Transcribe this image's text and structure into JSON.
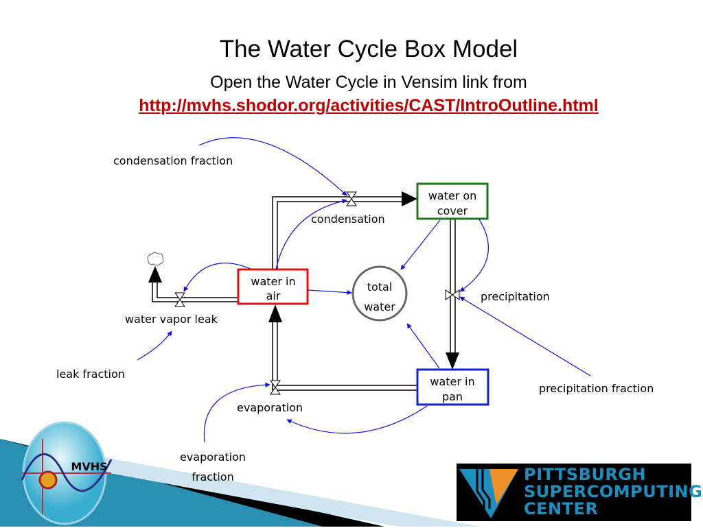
{
  "slide": {
    "title": "The Water Cycle Box Model",
    "subtitle": "Open the Water Cycle in Vensim link from",
    "link": "http://mvhs.shodor.org/activities/CAST/IntroOutline.html"
  },
  "diagram": {
    "stocks": {
      "water_on_cover": {
        "line1": "water on",
        "line2": "cover",
        "color": "#1a7a1a"
      },
      "water_in_air": {
        "line1": "water in",
        "line2": "air",
        "color": "#e01010"
      },
      "water_in_pan": {
        "line1": "water in",
        "line2": "pan",
        "color": "#1020d0"
      }
    },
    "auxiliary": {
      "line1": "total",
      "line2": "water"
    },
    "flows": {
      "condensation": "condensation",
      "water_vapor_leak": "water vapor leak",
      "precipitation": "precipitation",
      "evaporation": "evaporation"
    },
    "parameters": {
      "condensation_fraction": "condensation fraction",
      "leak_fraction": "leak fraction",
      "precipitation_fraction": "precipitation fraction",
      "evaporation_fraction_1": "evaporation",
      "evaporation_fraction_2": "fraction"
    },
    "link_color": "#1010e0"
  },
  "logos": {
    "mvhs": "MVHS",
    "psc": [
      "PITTSBURGH",
      "SUPERCOMPUTING",
      "CENTER"
    ]
  }
}
